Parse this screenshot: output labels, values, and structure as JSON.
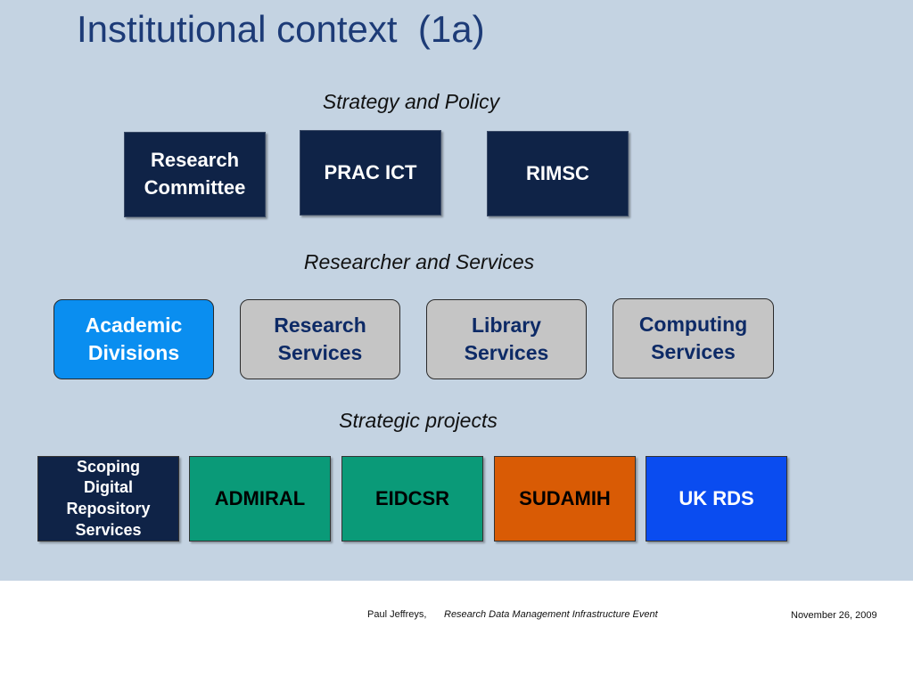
{
  "title": "Institutional context  (1a)",
  "sections": {
    "strategy": "Strategy and Policy",
    "researcher": "Researcher and Services",
    "projects": "Strategic projects"
  },
  "strategy_boxes": [
    {
      "lines": [
        "Research",
        "Committee"
      ],
      "color": "#0f2347"
    },
    {
      "lines": [
        "PRAC ICT"
      ],
      "color": "#0f2347"
    },
    {
      "lines": [
        "RIMSC"
      ],
      "color": "#0f2347"
    }
  ],
  "service_boxes": [
    {
      "lines": [
        "Academic",
        "Divisions"
      ],
      "color": "#0a8ef0"
    },
    {
      "lines": [
        "Research",
        "Services"
      ],
      "color": "#c5c5c5"
    },
    {
      "lines": [
        "Library",
        "Services"
      ],
      "color": "#c5c5c5"
    },
    {
      "lines": [
        "Computing",
        "Services"
      ],
      "color": "#c5c5c5"
    }
  ],
  "project_boxes": [
    {
      "lines": [
        "Scoping",
        "Digital",
        "Repository",
        "Services"
      ],
      "color": "#0f2347"
    },
    {
      "lines": [
        "ADMIRAL"
      ],
      "color": "#0a9a78"
    },
    {
      "lines": [
        "EIDCSR"
      ],
      "color": "#0a9a78"
    },
    {
      "lines": [
        "SUDAMIH"
      ],
      "color": "#d95b05"
    },
    {
      "lines": [
        "UK RDS"
      ],
      "color": "#0a4cf0"
    }
  ],
  "footer": {
    "author": "Paul Jeffreys,",
    "event": "Research Data Management Infrastructure Event",
    "date": "November 26, 2009"
  }
}
